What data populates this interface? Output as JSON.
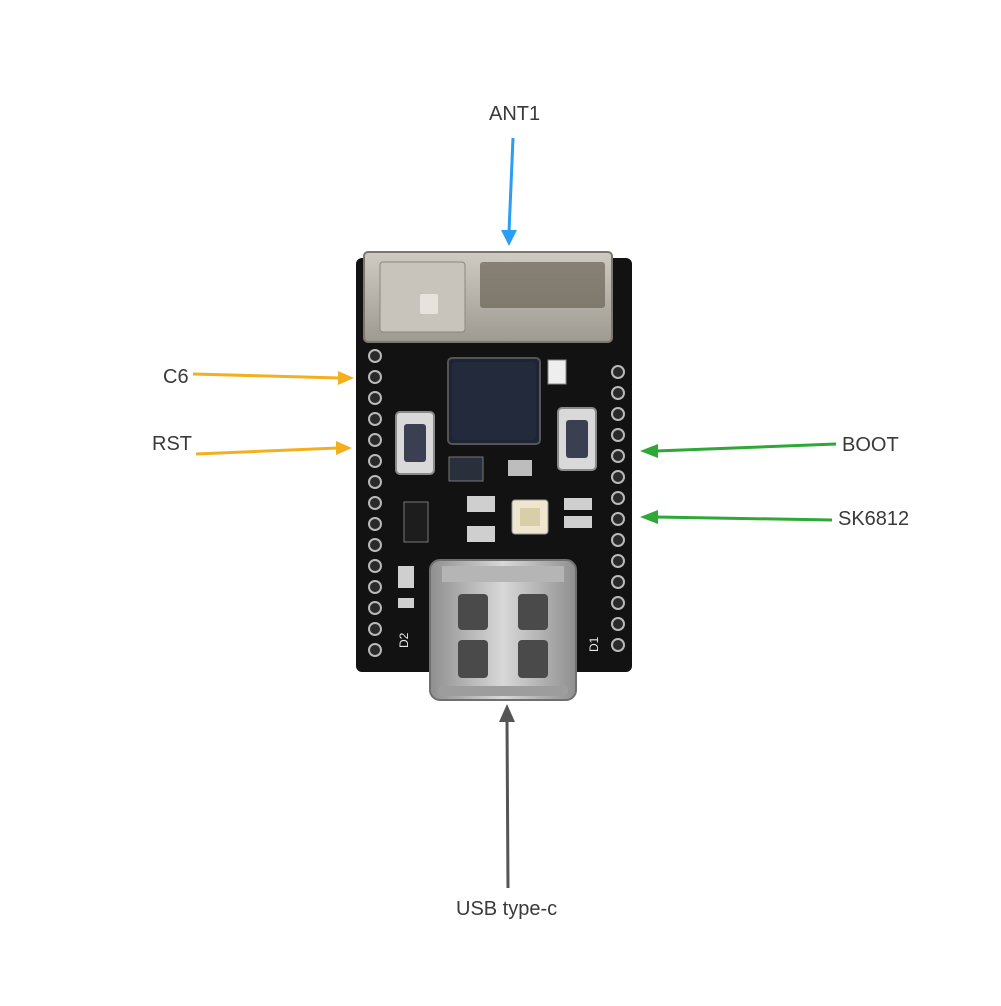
{
  "callouts": {
    "ant1": {
      "label": "ANT1",
      "color": "#2a9df4"
    },
    "c6": {
      "label": "C6",
      "color": "#f2b01e"
    },
    "rst": {
      "label": "RST",
      "color": "#f2b01e"
    },
    "boot": {
      "label": "BOOT",
      "color": "#2ea836"
    },
    "sk6812": {
      "label": "SK6812",
      "color": "#2ea836"
    },
    "usb": {
      "label": "USB type-c",
      "color": "#555555"
    }
  },
  "board": {
    "silkscreen_d1": "D1",
    "silkscreen_d2": "D2",
    "pcb_color": "#111111",
    "shield_color": "#b7b3aa"
  }
}
